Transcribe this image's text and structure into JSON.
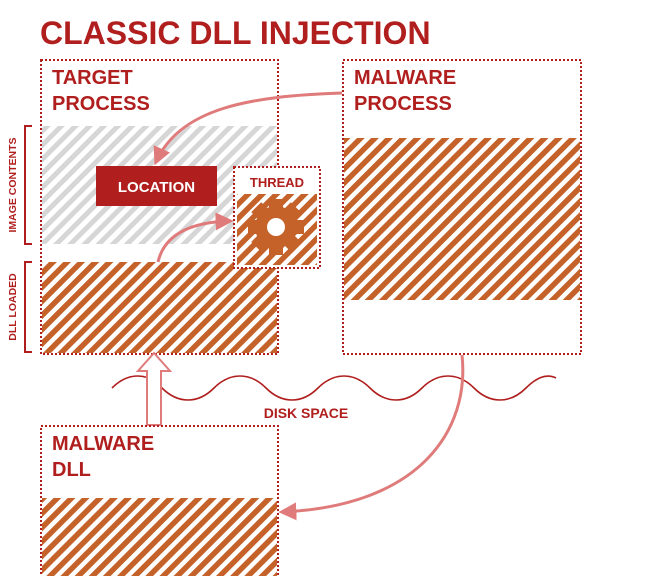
{
  "title": "CLASSIC DLL INJECTION",
  "target_process": {
    "label_line1": "TARGET",
    "label_line2": "PROCESS",
    "location_label": "LOCATION"
  },
  "thread": {
    "label": "THREAD",
    "icon": "gear-icon"
  },
  "malware_process": {
    "label_line1": "MALWARE",
    "label_line2": "PROCESS"
  },
  "malware_dll": {
    "label_line1": "MALWARE",
    "label_line2": "DLL"
  },
  "disk_space_label": "DISK SPACE",
  "side_labels": {
    "image_contents": "IMAGE CONTENTS",
    "dll_loaded": "DLL LOADED"
  },
  "colors": {
    "primary_red": "#b01e1e",
    "stripe_orange": "#c4622a",
    "stripe_gray": "#d6d6d6",
    "arrow_pink": "#e07b7b"
  }
}
